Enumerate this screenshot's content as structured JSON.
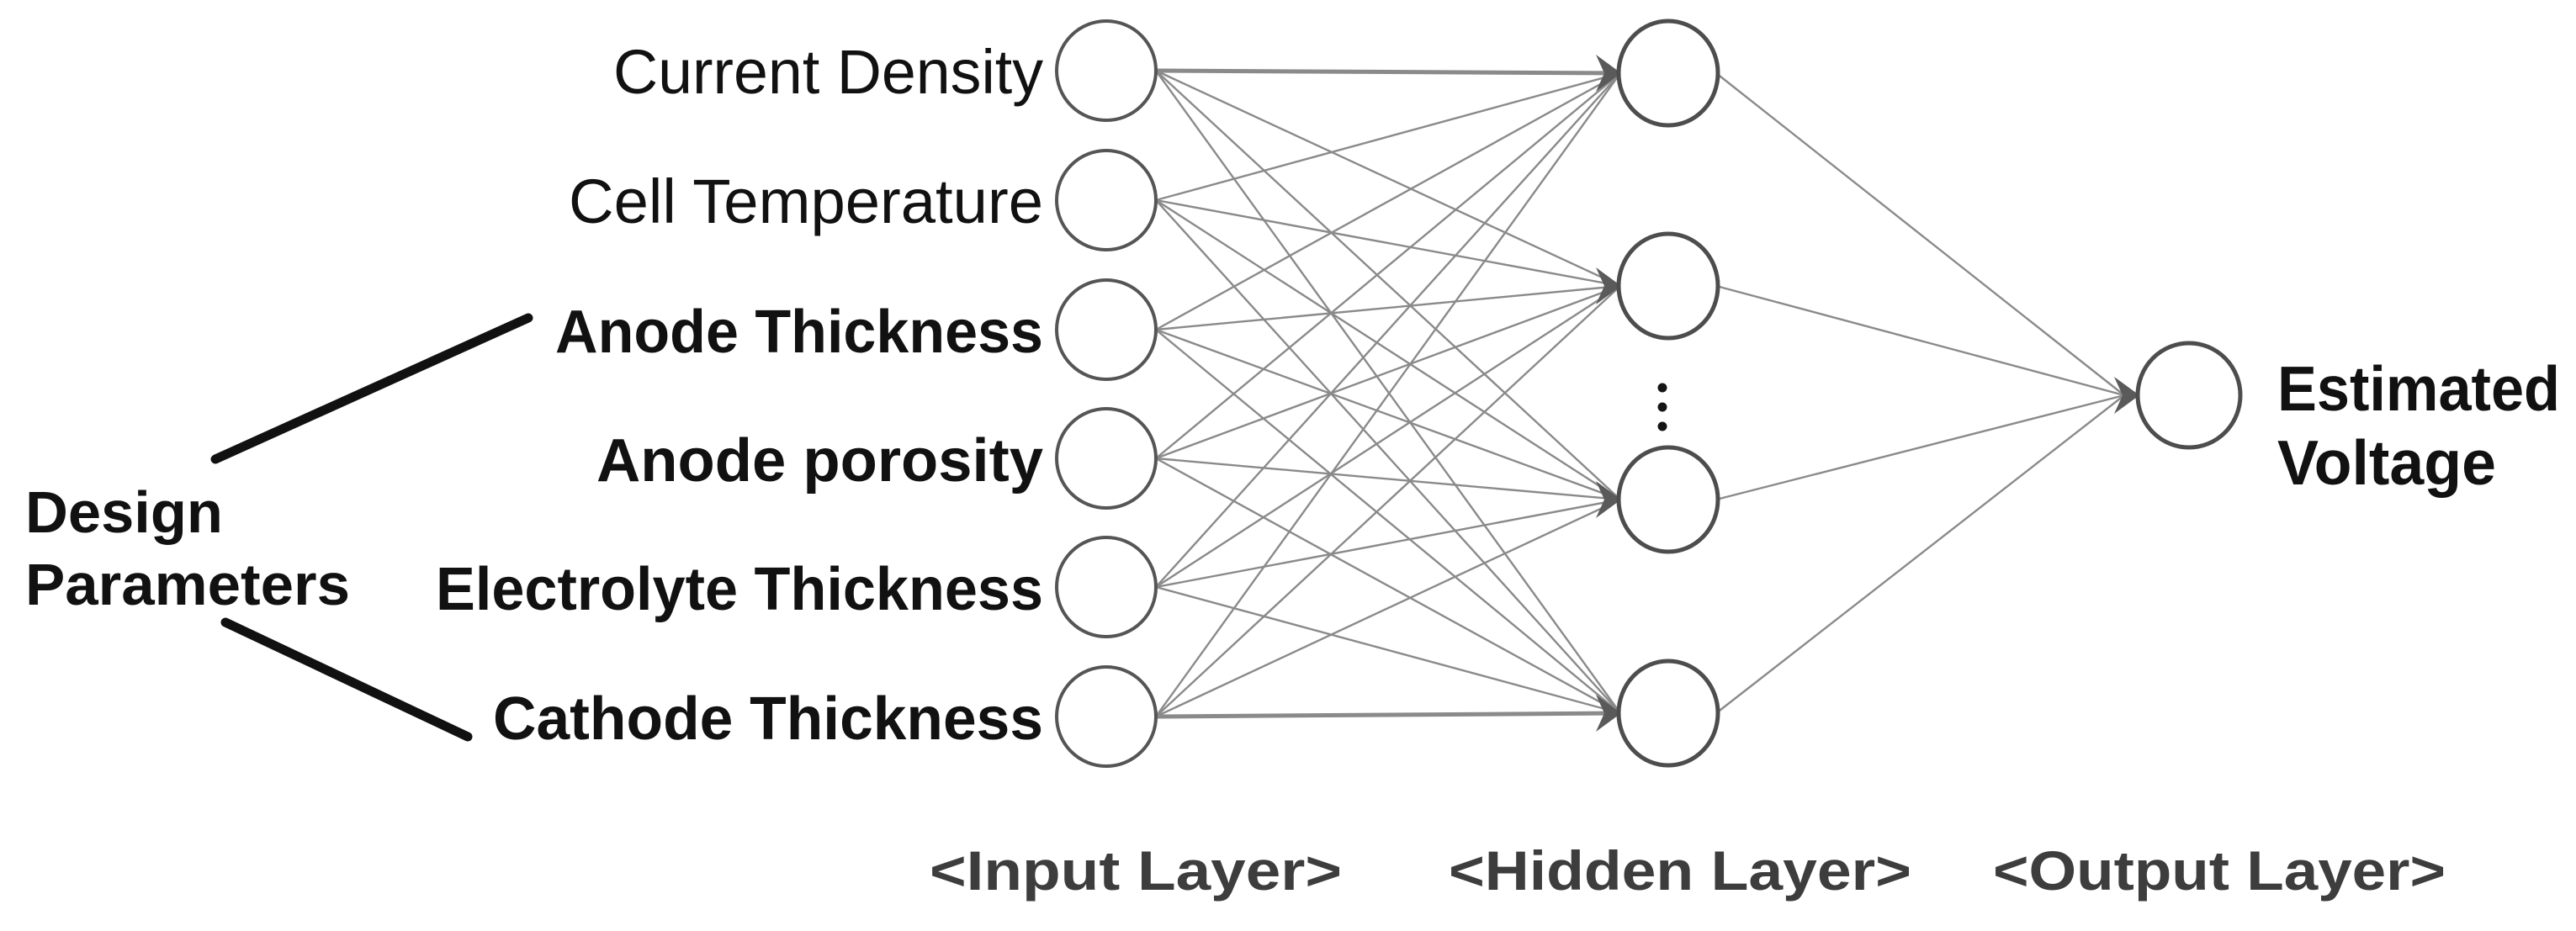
{
  "design_group": {
    "line1": "Design",
    "line2": "Parameters"
  },
  "input_labels": [
    {
      "label": "Current Density",
      "bold": false
    },
    {
      "label": "Cell Temperature",
      "bold": false
    },
    {
      "label": "Anode Thickness",
      "bold": true
    },
    {
      "label": "Anode porosity",
      "bold": true
    },
    {
      "label": "Electrolyte Thickness",
      "bold": true
    },
    {
      "label": "Cathode Thickness",
      "bold": true
    }
  ],
  "output_label": {
    "line1": "Estimated",
    "line2": "Voltage"
  },
  "layer_captions": {
    "input": "<Input Layer>",
    "hidden": "<Hidden Layer>",
    "output": "<Output Layer>"
  },
  "network": {
    "input_nodes": 6,
    "hidden_nodes_shown": 4,
    "hidden_ellipsis_dots": 3,
    "output_nodes": 1
  },
  "colors": {
    "background": "#ffffff",
    "label_text": "#111111",
    "caption_text": "#3d3d3d",
    "connection_line": "#8a8a8a",
    "arrowhead": "#5a5a5a",
    "node_outline_input": "#555555",
    "node_outline_hidden": "#4d4d4d",
    "node_fill": "#ffffff",
    "pointer_line": "#111111",
    "ellipsis_dot": "#151515"
  }
}
